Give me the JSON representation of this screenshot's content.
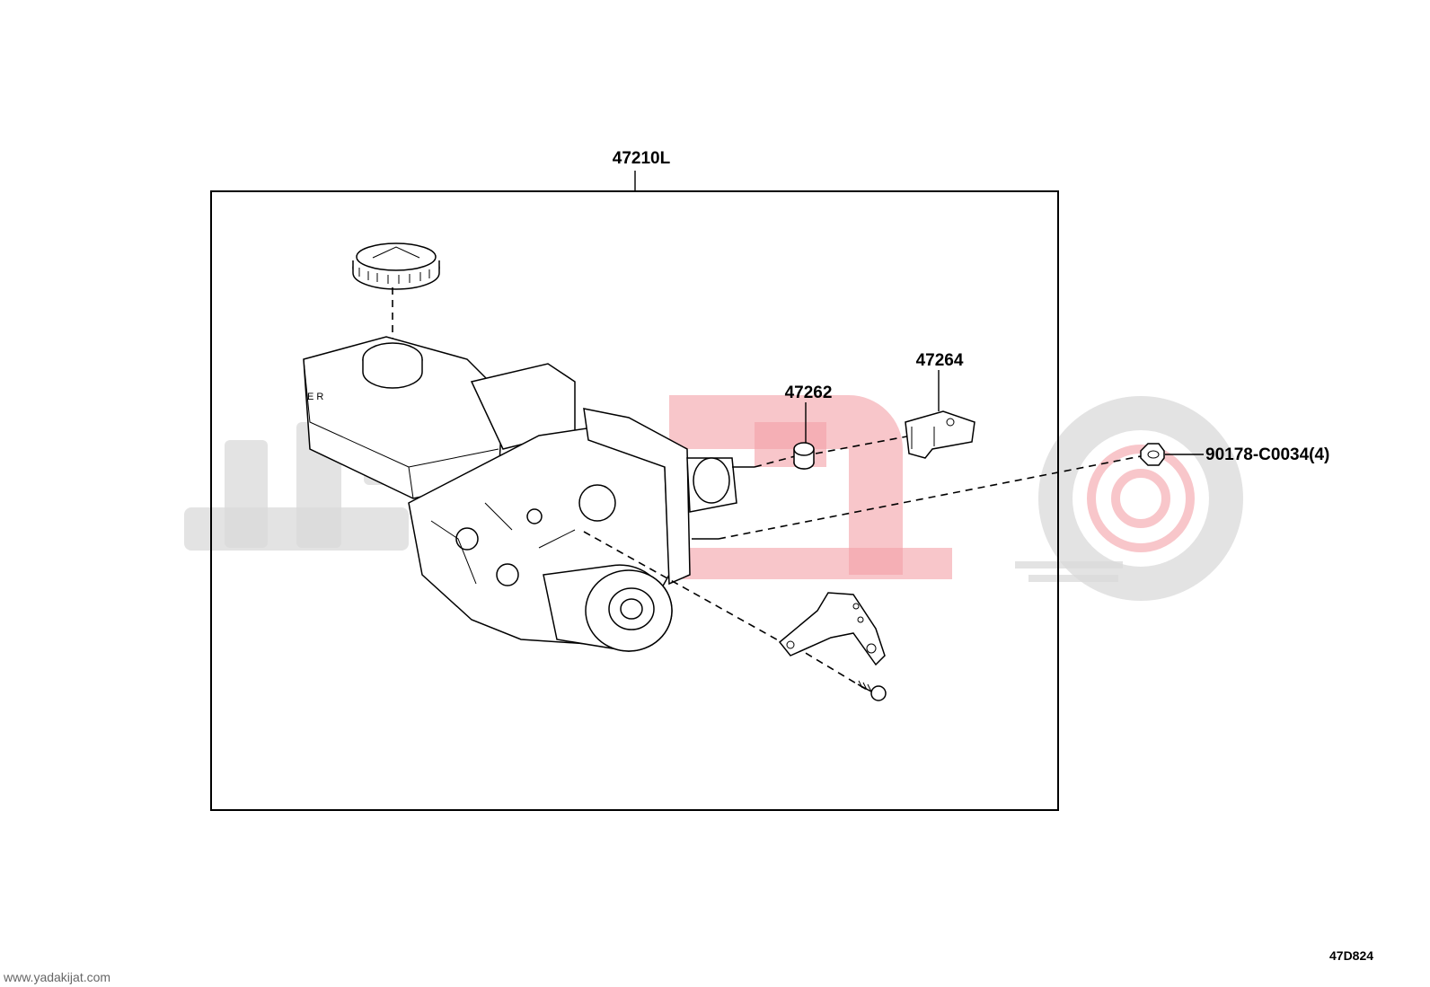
{
  "diagram": {
    "assembly_label": "47210L",
    "parts": [
      {
        "id": "47262",
        "label": "47262"
      },
      {
        "id": "47264",
        "label": "47264"
      },
      {
        "id": "90178",
        "label": "90178-C0034(4)"
      }
    ],
    "reference_code": "47D824"
  },
  "watermark": {
    "site_url": "www.yadakijat.com",
    "brand_color": "#e0323f"
  }
}
